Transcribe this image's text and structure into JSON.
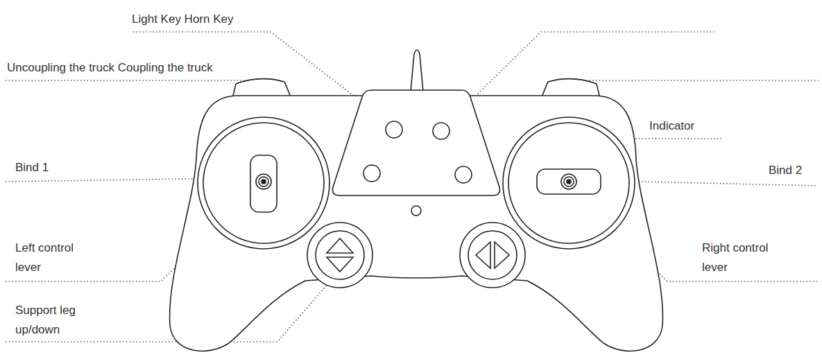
{
  "diagram": {
    "labels": [
      "Light Key Horn Key",
      "Uncoupling the truck Coupling the truck",
      "Indicator",
      "Bind 1",
      "Bind 2",
      "Left control lever",
      "Right control lever",
      "Support leg up/down"
    ]
  }
}
